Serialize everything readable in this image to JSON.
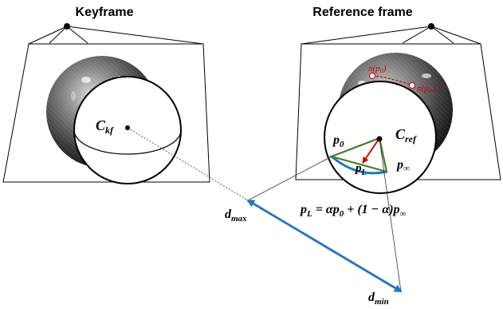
{
  "titles": {
    "keyframe": "Keyframe",
    "reference": "Reference frame"
  },
  "labels": {
    "c_kf": "C",
    "c_kf_sub": "kf",
    "c_ref": "C",
    "c_ref_sub": "ref",
    "p0": "p",
    "p0_sub": "0",
    "pinf": "p",
    "pinf_sub": "∞",
    "pl": "p",
    "pl_sub": "L",
    "pi_p0": "π(p",
    "pi_p0_sub": "0",
    "pi_pinf": "π(p",
    "pi_pinf_sub": "∞",
    "close_paren": ")",
    "dmax": "d",
    "dmax_sub": "max",
    "dmin": "d",
    "dmin_sub": "min",
    "equation": "p_L = αp_0 + (1 − α)p_∞"
  },
  "colors": {
    "segment_blue": "#1f77c4",
    "arc_blue": "#1f77c4",
    "triangle_green": "#4a7a2a",
    "red_vector": "#d40000",
    "projection_red": "#cc0000"
  }
}
